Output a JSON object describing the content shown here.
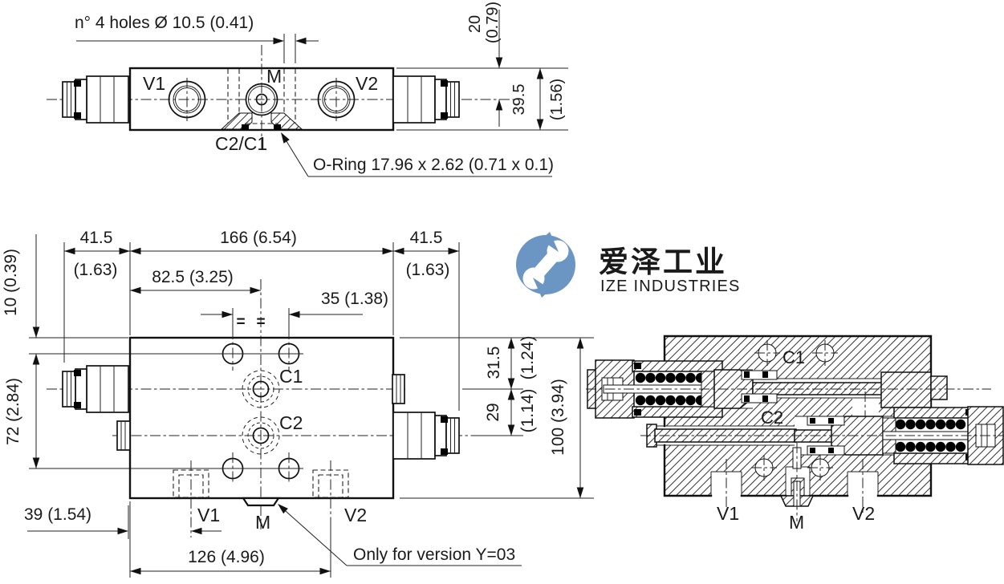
{
  "colors": {
    "line": "#1a1a1a",
    "logo_blue": "#6b95c3",
    "logo_cn_text": "#3d3d40",
    "logo_en_text": "#8e8e90"
  },
  "logo": {
    "cn": "爱泽工业",
    "en": "IZE INDUSTRIES"
  },
  "top_view": {
    "holes_note": "n° 4 holes Ø 10.5 (0.41)",
    "port_v1": "V1",
    "port_m": "M",
    "port_v2": "V2",
    "cavity_label": "C2/C1",
    "oring_note": "O-Ring 17.96 x 2.62 (0.71 x 0.1)",
    "dim_port_offset_mm": "20",
    "dim_port_offset_in": "(0.79)",
    "dim_height_mm": "39.5",
    "dim_height_in": "(1.56)"
  },
  "front_view": {
    "dim_left_mm": "41.5",
    "dim_left_in": "(1.63)",
    "dim_width": "166 (6.54)",
    "dim_center": "82.5 (3.25)",
    "dim_holes": "35 (1.38)",
    "dim_right_mm": "41.5",
    "dim_right_in": "(1.63)",
    "dim_top_hole": "10 (0.39)",
    "dim_hole_span": "72 (2.84)",
    "dim_v1": "39 (1.54)",
    "dim_v2": "126 (4.96)",
    "dim_c1_mm": "31.5",
    "dim_c1_in": "(1.24)",
    "dim_c2_mm": "29",
    "dim_c2_in": "(1.14)",
    "dim_height": "100 (3.94)",
    "equals_mark": "=",
    "port_c1": "C1",
    "port_c2": "C2",
    "port_v1": "V1",
    "port_m": "M",
    "port_v2": "V2",
    "version_note": "Only for version Y=03"
  },
  "section_view": {
    "port_c1": "C1",
    "port_c2": "C2",
    "port_v1": "V1",
    "port_m": "M",
    "port_v2": "V2"
  }
}
